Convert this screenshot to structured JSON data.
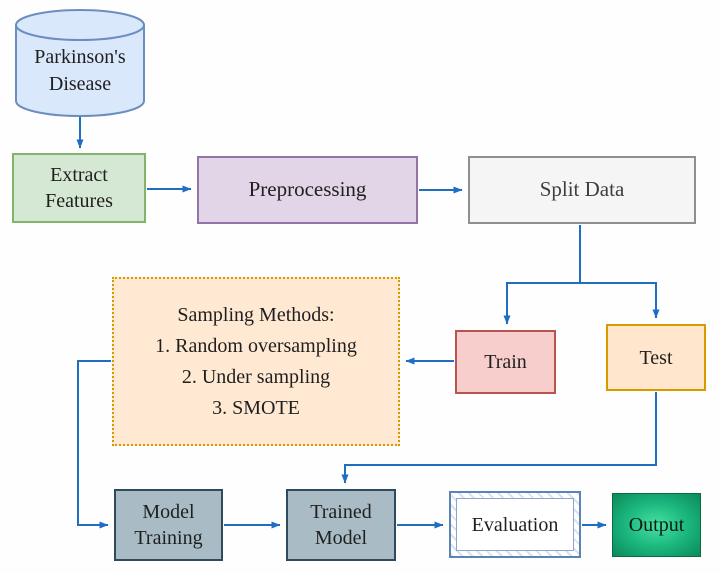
{
  "diagram": {
    "connector_color": "#1e6ec2",
    "nodes": {
      "database": {
        "label": "Parkinson's\nDisease",
        "fill": "#dae8fc",
        "stroke": "#6c8ebf"
      },
      "extract_features": {
        "label": "Extract\nFeatures",
        "fill": "#d5e8d4",
        "stroke": "#82b366"
      },
      "preprocessing": {
        "label": "Preprocessing",
        "fill": "#e1d5e7",
        "stroke": "#9673a6"
      },
      "split_data": {
        "label": "Split Data",
        "fill": "#f5f5f5",
        "stroke": "#8f8f8f"
      },
      "train": {
        "label": "Train",
        "fill": "#f8cecc",
        "stroke": "#b85450"
      },
      "test": {
        "label": "Test",
        "fill": "#ffe6cc",
        "stroke": "#d79b00"
      },
      "sampling_methods": {
        "label": "Sampling Methods:\n1. Random oversampling\n2. Under sampling\n3. SMOTE",
        "fill": "#ffe9d2",
        "stroke": "#d79b00"
      },
      "model_training": {
        "label": "Model\nTraining",
        "fill": "#a9bcc6",
        "stroke": "#2f4a5c"
      },
      "trained_model": {
        "label": "Trained\nModel",
        "fill": "#a9bcc6",
        "stroke": "#2f4a5c"
      },
      "evaluation": {
        "label": "Evaluation",
        "fill": "#ffffff",
        "stroke": "#5b84b5"
      },
      "output": {
        "label": "Output",
        "fill_gradient": [
          "#45e2a0",
          "#0c8a5a"
        ],
        "stroke": "#0b6b45"
      }
    }
  }
}
